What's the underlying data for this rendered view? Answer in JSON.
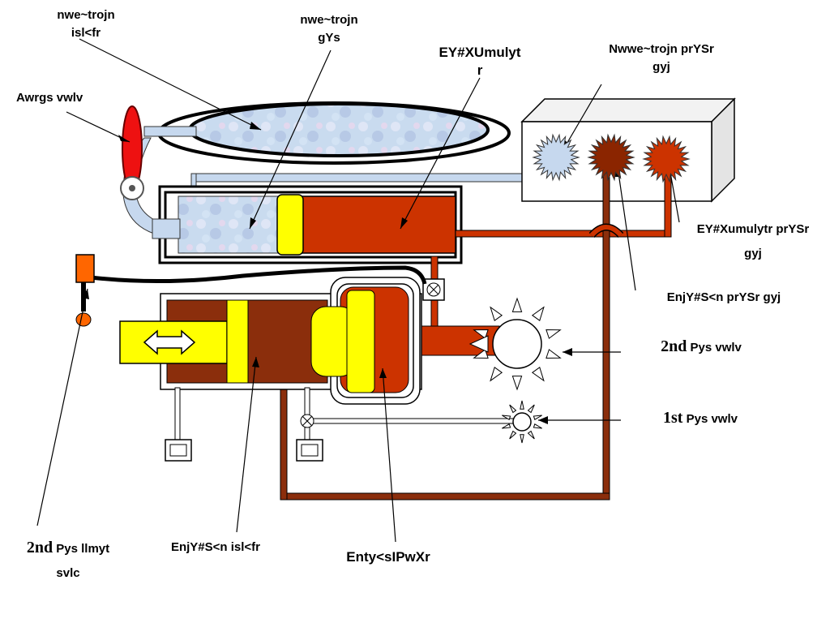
{
  "labels": {
    "aux_tank_top_1": "nwe~trojn",
    "aux_tank_top_2": "isl<fr",
    "aux_reservoir_1": "nwe~trojn",
    "aux_reservoir_2": "gYs",
    "brake_cylinder_1": "EY#XUmulyt",
    "brake_cylinder_2": "r",
    "aux_gauge_1": "Nwwe~trojn prYSr",
    "aux_gauge_2": "gyj",
    "air_valve": "Awrgs vwlv",
    "cylinder_gauge_1": "EY#Xumulytr prYSr",
    "cylinder_gauge_2": "gyj",
    "engine_gauge": "EnjY#S<n prYSr gyj",
    "second_valve_num": "2nd",
    "second_valve_text": "Pys vwlv",
    "first_valve_num": "1st",
    "first_valve_text": "Pys vwlv",
    "second_limit_num": "2nd",
    "second_limit_text": "Pys llmyt",
    "second_limit_2": "svlc",
    "engine_cylinder": "EnjY#S<n isl<fr",
    "engine_piston": "Enty<sIPwXr"
  },
  "colors": {
    "line": "#000000",
    "oil_dark": "#8b2e0c",
    "oil_red": "#cc3300",
    "yellow": "#ffff00",
    "pale_blue": "#c6d8ee",
    "gauge_dark": "#8b2500",
    "gauge_red": "#cc3300"
  }
}
